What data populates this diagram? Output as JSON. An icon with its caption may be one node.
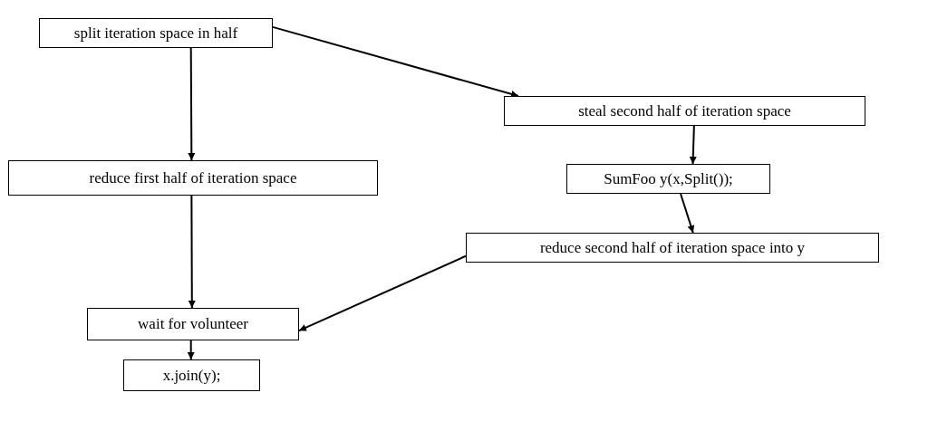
{
  "diagram": {
    "nodes": [
      {
        "text": [
          "split iteration space in half"
        ]
      },
      {
        "text": [
          "steal second half of iteration space"
        ]
      },
      {
        "text": [
          "reduce first half of iteration space"
        ]
      },
      {
        "text": [
          "SumFoo y(x,Split());"
        ]
      },
      {
        "text": [
          "reduce second half of iteration space into y"
        ]
      },
      {
        "text": [
          "wait for volunteer"
        ]
      },
      {
        "text": [
          "x.join(y);"
        ]
      }
    ],
    "edges": [
      {
        "from": 0,
        "to": 2,
        "arrow": "to"
      },
      {
        "from": 0,
        "to": 1,
        "arrow": "to"
      },
      {
        "from": 1,
        "to": 3,
        "arrow": "to"
      },
      {
        "from": 3,
        "to": 4,
        "arrow": "to"
      },
      {
        "from": 2,
        "to": 5,
        "arrow": "to"
      },
      {
        "from": 4,
        "to": 5,
        "arrow": "to"
      },
      {
        "from": 5,
        "to": 6,
        "arrow": "to"
      }
    ]
  }
}
